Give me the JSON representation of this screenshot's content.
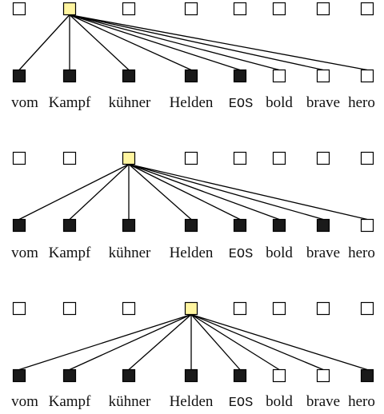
{
  "colors": {
    "empty_fill": "#ffffff",
    "filled_fill": "#1a1a1a",
    "query_fill": "#fff5a0",
    "stroke": "#000000"
  },
  "tokens": [
    "vom",
    "Kampf",
    "kühner",
    "Helden",
    "EOS",
    "bold",
    "brave",
    "hero"
  ],
  "mono_tokens": [
    "EOS"
  ],
  "panels": [
    {
      "query_index": 1,
      "top_states": [
        "empty",
        "query",
        "empty",
        "empty",
        "empty",
        "empty",
        "empty",
        "empty"
      ],
      "bottom_states": [
        "filled",
        "filled",
        "filled",
        "filled",
        "filled",
        "empty",
        "empty",
        "empty"
      ],
      "connections": [
        0,
        1,
        2,
        3,
        4,
        5,
        6,
        7
      ]
    },
    {
      "query_index": 2,
      "top_states": [
        "empty",
        "empty",
        "query",
        "empty",
        "empty",
        "empty",
        "empty",
        "empty"
      ],
      "bottom_states": [
        "filled",
        "filled",
        "filled",
        "filled",
        "filled",
        "filled",
        "filled",
        "empty"
      ],
      "connections": [
        0,
        1,
        2,
        3,
        4,
        5,
        6,
        7
      ]
    },
    {
      "query_index": 3,
      "top_states": [
        "empty",
        "empty",
        "empty",
        "query",
        "empty",
        "empty",
        "empty",
        "empty"
      ],
      "bottom_states": [
        "filled",
        "filled",
        "filled",
        "filled",
        "filled",
        "empty",
        "empty",
        "filled"
      ],
      "connections": [
        0,
        1,
        2,
        3,
        4,
        5,
        6,
        7
      ]
    }
  ]
}
